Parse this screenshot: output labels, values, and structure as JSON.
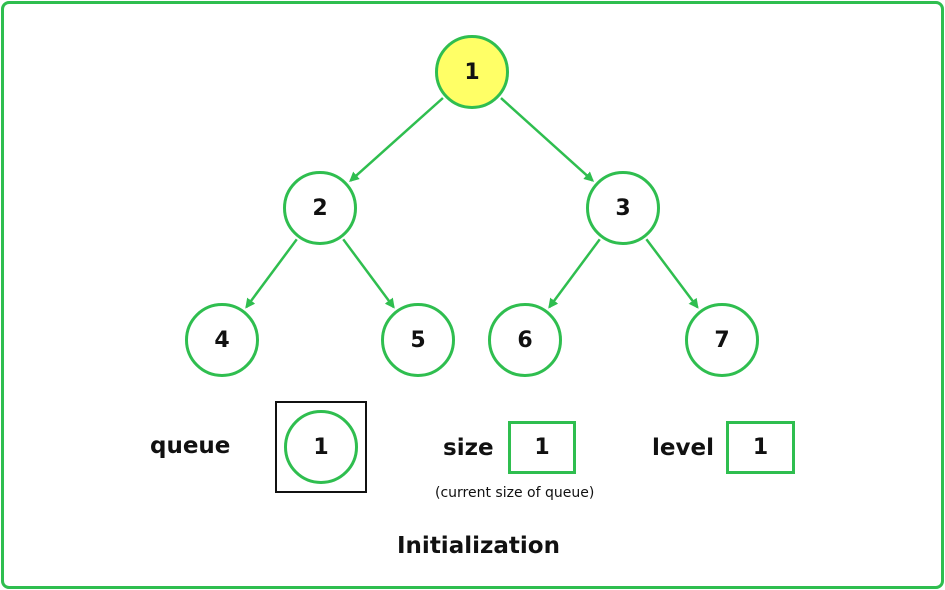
{
  "colors": {
    "accent": "#2fbe4f",
    "highlight": "#ffff66",
    "text": "#111111"
  },
  "tree": {
    "nodes": [
      {
        "id": "1",
        "label": "1",
        "highlighted": true
      },
      {
        "id": "2",
        "label": "2",
        "highlighted": false
      },
      {
        "id": "3",
        "label": "3",
        "highlighted": false
      },
      {
        "id": "4",
        "label": "4",
        "highlighted": false
      },
      {
        "id": "5",
        "label": "5",
        "highlighted": false
      },
      {
        "id": "6",
        "label": "6",
        "highlighted": false
      },
      {
        "id": "7",
        "label": "7",
        "highlighted": false
      }
    ],
    "edges": [
      {
        "from": "1",
        "to": "2"
      },
      {
        "from": "1",
        "to": "3"
      },
      {
        "from": "2",
        "to": "4"
      },
      {
        "from": "2",
        "to": "5"
      },
      {
        "from": "3",
        "to": "6"
      },
      {
        "from": "3",
        "to": "7"
      }
    ]
  },
  "queue": {
    "label": "queue",
    "items": [
      "1"
    ]
  },
  "size": {
    "label": "size",
    "value": "1",
    "note": "(current size of queue)"
  },
  "level": {
    "label": "level",
    "value": "1"
  },
  "caption": "Initialization"
}
